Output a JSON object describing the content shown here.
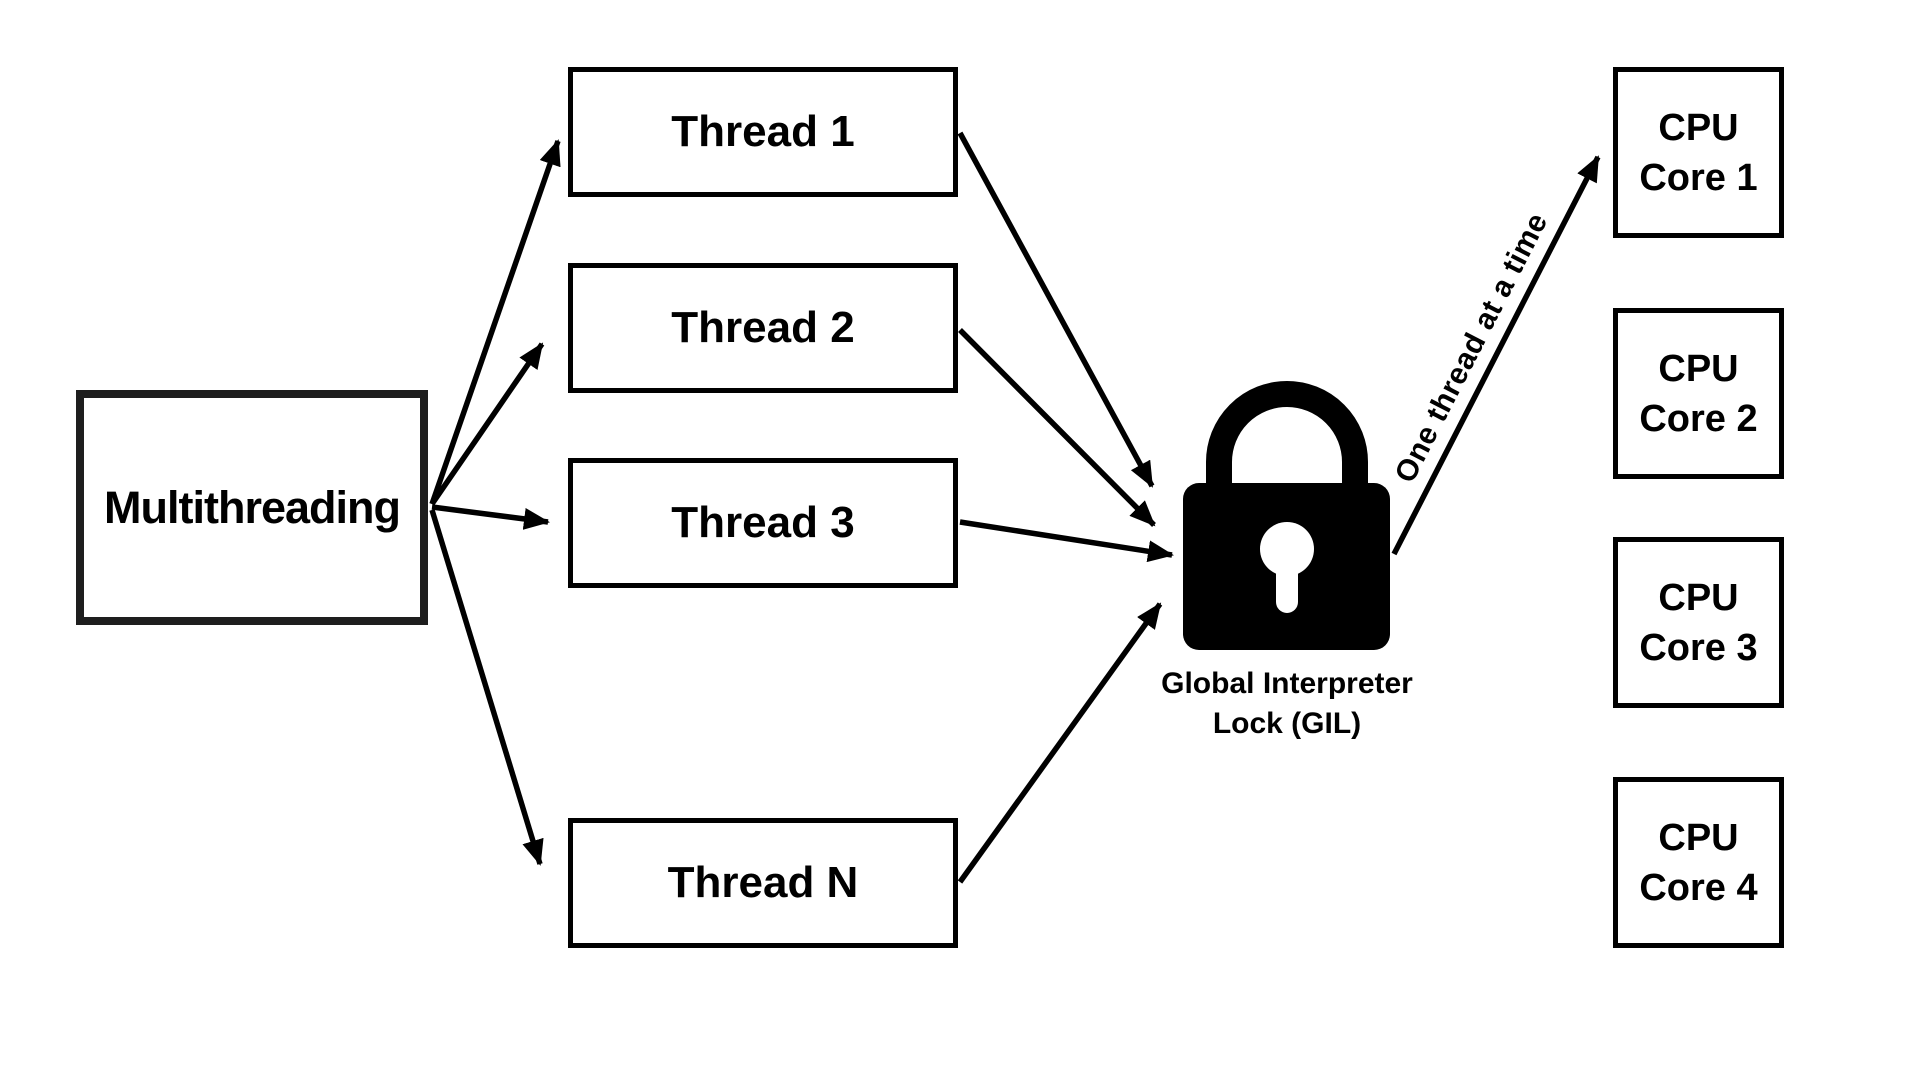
{
  "diagram": {
    "source_box": {
      "label": "Multithreading"
    },
    "threads": [
      {
        "label": "Thread 1"
      },
      {
        "label": "Thread 2"
      },
      {
        "label": "Thread 3"
      },
      {
        "label": "Thread N"
      }
    ],
    "gil": {
      "icon": "lock-icon",
      "caption_line1": "Global Interpreter",
      "caption_line2": "Lock (GIL)"
    },
    "flow_annotation": "One thread at a time",
    "cpu_cores": [
      {
        "line1": "CPU",
        "line2": "Core 1"
      },
      {
        "line1": "CPU",
        "line2": "Core 2"
      },
      {
        "line1": "CPU",
        "line2": "Core 3"
      },
      {
        "line1": "CPU",
        "line2": "Core 4"
      }
    ],
    "colors": {
      "ink": "#000000",
      "source_border": "#1e1e1e",
      "background": "#ffffff"
    }
  }
}
